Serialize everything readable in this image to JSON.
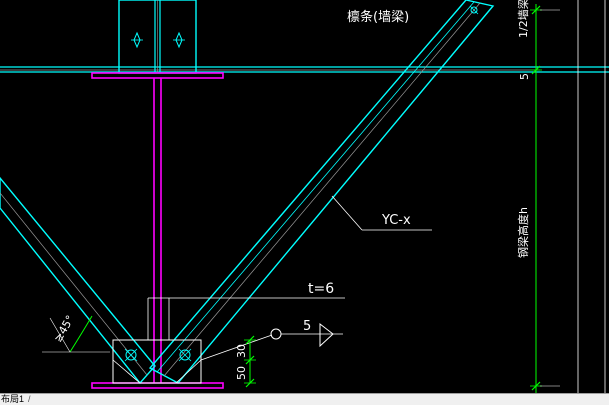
{
  "colors": {
    "background": "#000000",
    "cyan": "#00ffff",
    "magenta": "#ff00ff",
    "green": "#00ff00",
    "white": "#ffffff",
    "gray": "#9a9a9a"
  },
  "labels": {
    "purlin": "檩条(墙梁)",
    "half_height": "1/2墙梁",
    "top_gap": "5",
    "column_height": "钢梁高度h",
    "brace": "YC-x",
    "thickness": "t=6",
    "weld": "5",
    "angle": "≥45°",
    "dim_30": "30",
    "dim_50": "50"
  },
  "status_bar": {
    "tab_label": "布局1",
    "separator": "/"
  }
}
